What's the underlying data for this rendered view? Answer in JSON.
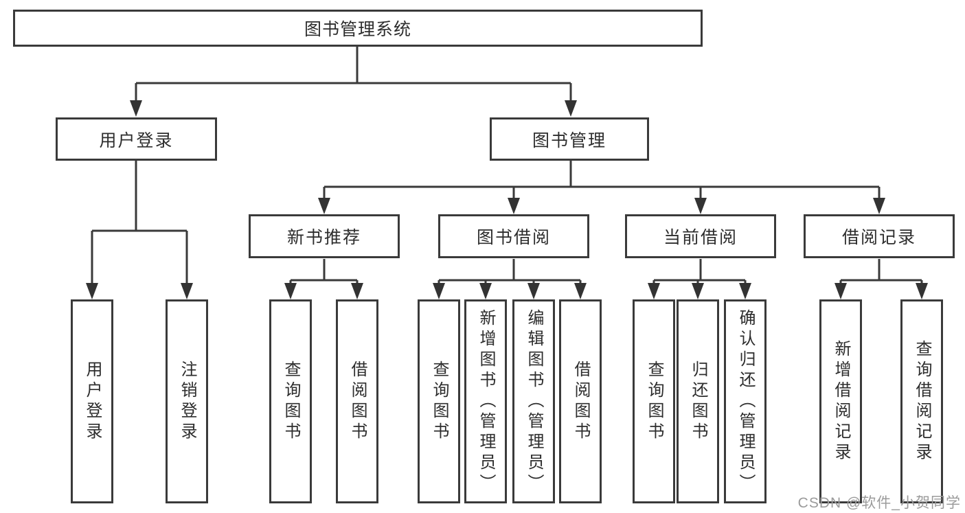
{
  "diagram": {
    "root": "图书管理系统",
    "user_login": {
      "label": "用户登录",
      "leaves": [
        "用户登录",
        "注销登录"
      ]
    },
    "book_mgmt": {
      "label": "图书管理",
      "sections": [
        {
          "label": "新书推荐",
          "leaves": [
            "查询图书",
            "借阅图书"
          ]
        },
        {
          "label": "图书借阅",
          "leaves": [
            "查询图书",
            "新增图书（管理员）",
            "编辑图书（管理员）",
            "借阅图书"
          ]
        },
        {
          "label": "当前借阅",
          "leaves": [
            "查询图书",
            "归还图书",
            "确认归还（管理员）"
          ]
        },
        {
          "label": "借阅记录",
          "leaves": [
            "新增借阅记录",
            "查询借阅记录"
          ]
        }
      ]
    },
    "watermark": "CSDN @软件_小贺同学",
    "colors": {
      "line": "#3a3a3a",
      "border": "#3a3a3a",
      "text": "#2d2d2d",
      "watermark": "#9b9b9b"
    }
  }
}
